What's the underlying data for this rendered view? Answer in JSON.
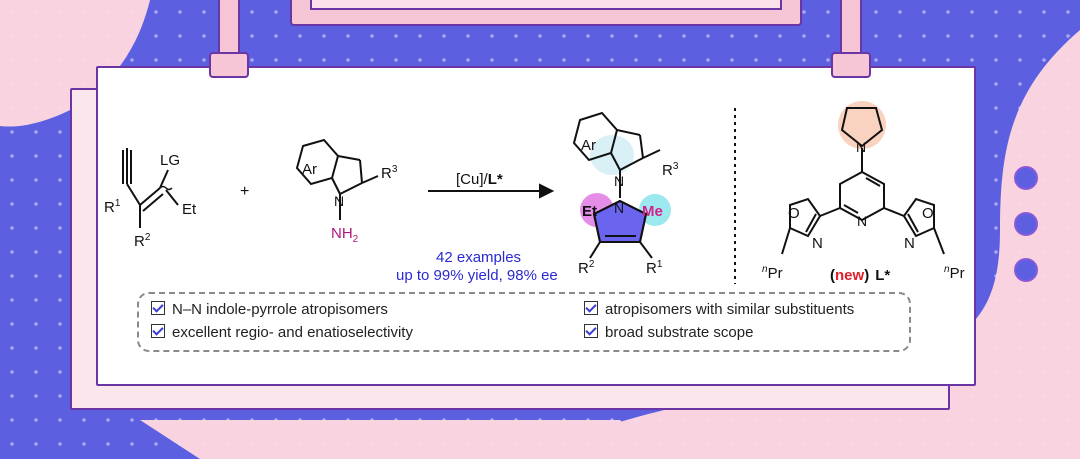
{
  "scheme": {
    "reactant1": {
      "lg": "LG",
      "et": "Et",
      "r1": "R",
      "r1_sup": "1",
      "r2": "R",
      "r2_sup": "2"
    },
    "plus": "+",
    "reactant2": {
      "ar": "Ar",
      "r3": "R",
      "r3_sup": "3",
      "n": "N",
      "nh2": "NH",
      "nh2_sub": "2"
    },
    "arrow_label": {
      "cu": "[Cu]/",
      "ligand": "L*"
    },
    "stats": {
      "examples": "42 examples",
      "yield": "up to 99% yield, 98% ee"
    },
    "product": {
      "ar": "Ar",
      "r3": "R",
      "r3_sup": "3",
      "n_top": "N",
      "n_bottom": "N",
      "et": "Et",
      "me": "Me",
      "r2": "R",
      "r2_sup": "2",
      "r1": "R",
      "r1_sup": "1"
    }
  },
  "ligand": {
    "o_left": "O",
    "n_left": "N",
    "n_py": "N",
    "o_right": "O",
    "n_right": "N",
    "n_pyrrolidine": "N",
    "pr_left": "Pr",
    "pr_left_sup": "n",
    "pr_right": "Pr",
    "pr_right_sup": "n",
    "new_label": "new",
    "paren_open": "(",
    "paren_close": ")",
    "ligand_name": "L*"
  },
  "features": [
    "N–N indole-pyrrole atropisomers",
    "excellent regio- and enatioselectivity",
    "atropisomers with similar substituents",
    "broad substrate scope"
  ],
  "colors": {
    "background": "#5b5fe0",
    "accent_pink": "#f6c6d6",
    "border": "#6a36a6",
    "stats_blue": "#2a2ad0",
    "new_red": "#e0202a",
    "et_highlight": "#e58ee8",
    "me_highlight": "#9be8ee",
    "pyrrolidine_highlight": "#f9d2c0",
    "indole_highlight": "#d8f0f6"
  }
}
